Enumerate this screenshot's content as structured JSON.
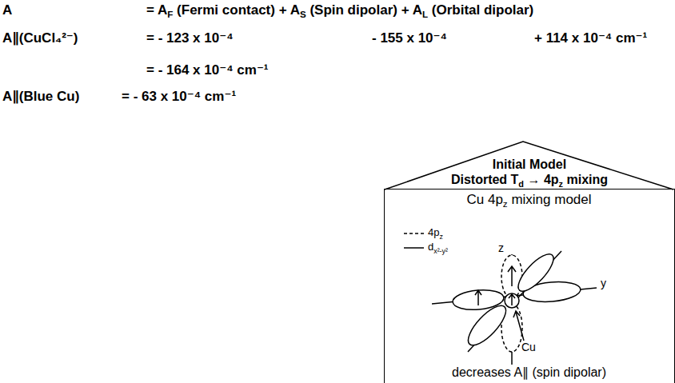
{
  "diagram": {
    "nodes": [
      {
        "text": [
          "Initial Model",
          "Distorted T",
          "d",
          "→ 4p",
          "z",
          "mixing"
        ]
      },
      {
        "text": [
          "Cu 4p",
          "z",
          "mixing model",
          "decreases A∥ (spin dipolar)"
        ],
        "in": 0
      }
    ],
    "labels": [
      "A",
      "= A",
      "F",
      "(Fermi contact) + A",
      "S",
      "(Spin dipolar) + A",
      "L",
      "(Orbital dipolar)",
      "A∥(CuCl₄²⁻)",
      "= - 123 x 10⁻⁴",
      "- 155 x 10⁻⁴",
      "+ 114 x 10⁻⁴ cm⁻¹",
      "= - 164 x 10⁻⁴ cm⁻¹",
      "A∥(Blue Cu)",
      "= - 63 x 10⁻⁴ cm⁻¹",
      "4p",
      "z",
      "d",
      "x²-y²",
      "z",
      "y",
      "Cu"
    ]
  }
}
